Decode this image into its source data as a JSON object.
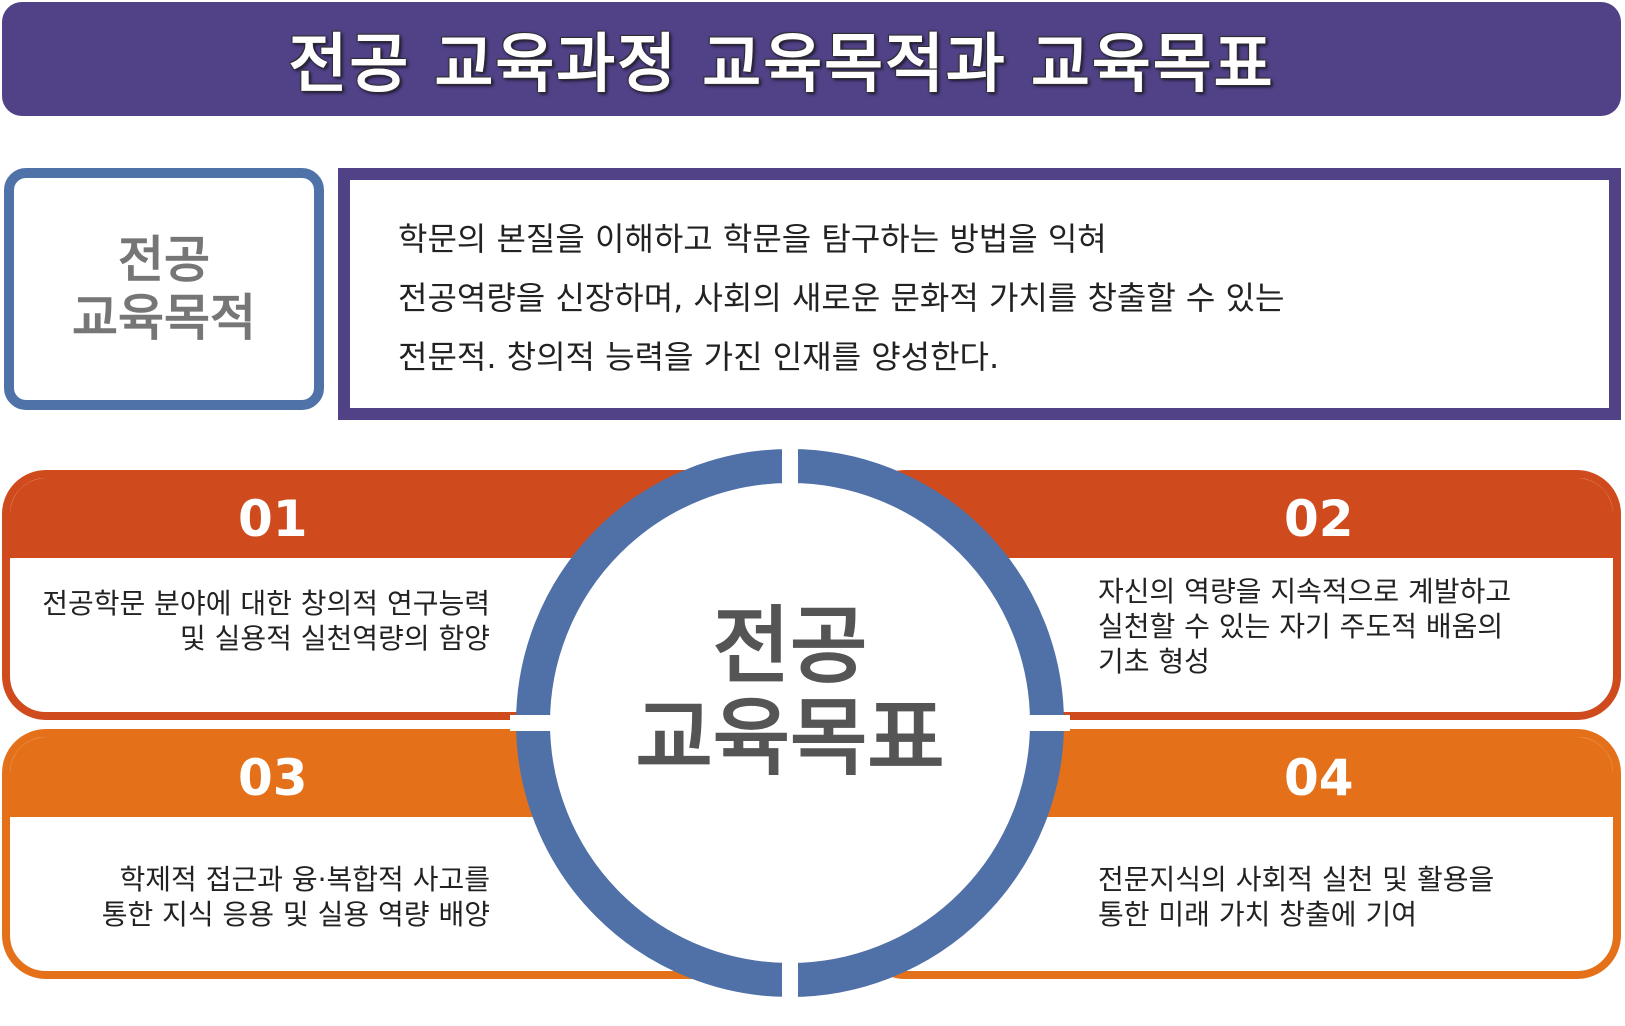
{
  "title": "전공 교육과정 교육목적과 교육목표",
  "objective": {
    "label_lines": [
      "전공",
      "교육목적"
    ],
    "text_lines": [
      "학문의 본질을 이해하고 학문을 탐구하는 방법을 익혀",
      "전공역량을 신장하며, 사회의 새로운 문화적 가치를 창출할 수 있는",
      "전문적. 창의적 능력을 가진 인재를 양성한다."
    ]
  },
  "center": {
    "lines": [
      "전공",
      "교육목표"
    ]
  },
  "goals": [
    {
      "number": "01",
      "lines": [
        "전공학문 분야에 대한 창의적 연구능력",
        "및 실용적 실천역량의 함양"
      ]
    },
    {
      "number": "02",
      "lines": [
        "자신의 역량을 지속적으로 계발하고",
        "실천할 수 있는 자기 주도적 배움의",
        "기초 형성"
      ]
    },
    {
      "number": "03",
      "lines": [
        "학제적 접근과 융·복합적 사고를",
        "통한 지식 응용 및 실용 역량 배양"
      ]
    },
    {
      "number": "04",
      "lines": [
        "전문지식의 사회적 실천 및 활용을",
        "통한 미래 가치 창출에 기여"
      ]
    }
  ],
  "colors": {
    "title_bg": "#514186",
    "label_border": "#4f72a9",
    "text_border": "#514186",
    "goal_red": "#cf4a1c",
    "goal_orange": "#e4711a",
    "ring": "#5070a8"
  }
}
